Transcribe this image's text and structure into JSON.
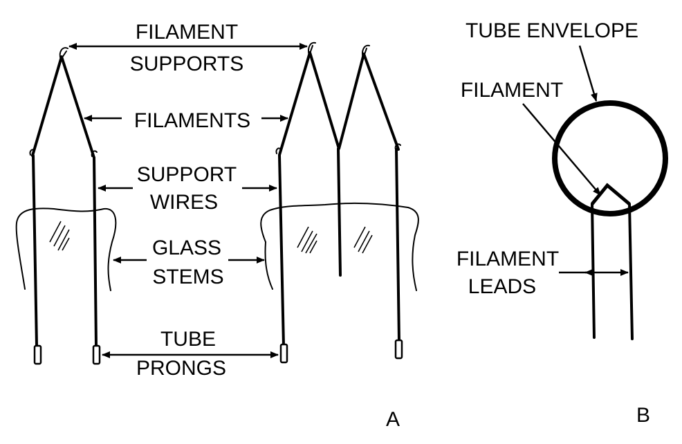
{
  "labels": {
    "filament_supports": [
      "FILAMENT",
      "SUPPORTS"
    ],
    "filaments": "FILAMENTS",
    "support_wires": [
      "SUPPORT",
      "WIRES"
    ],
    "glass_stems": [
      "GLASS",
      "STEMS"
    ],
    "tube_prongs": [
      "TUBE",
      "PRONGS"
    ],
    "tube_envelope": "TUBE ENVELOPE",
    "filament": "FILAMENT",
    "filament_leads": [
      "FILAMENT",
      "LEADS"
    ]
  },
  "parts": {
    "a": "A",
    "b": "B"
  }
}
